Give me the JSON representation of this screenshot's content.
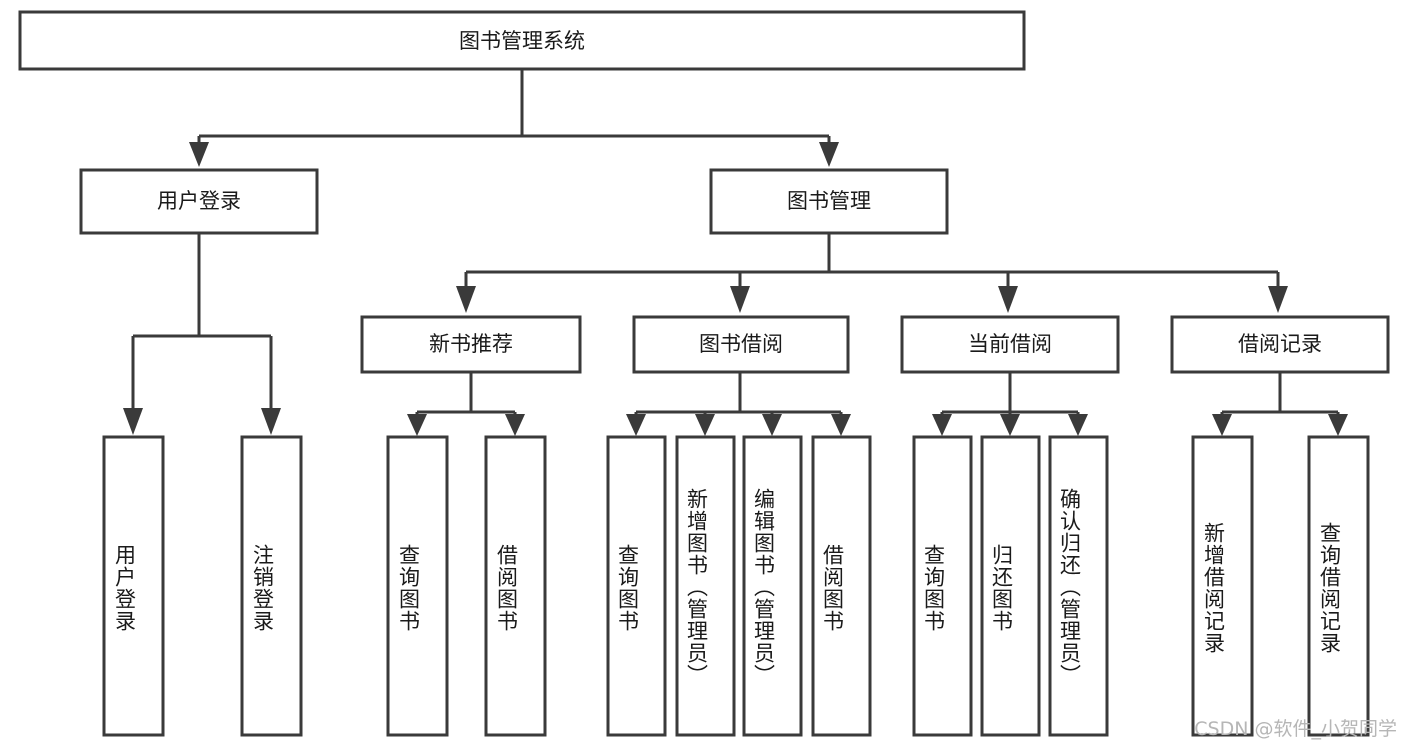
{
  "diagram": {
    "type": "tree-hierarchy",
    "title": "图书管理系统",
    "orientation": "top-down",
    "colors": {
      "box_stroke": "#3a3a3a",
      "box_fill": "#ffffff",
      "edge": "#3a3a3a",
      "text": "#1a1a1a",
      "watermark": "#b6b6b6",
      "background": "#ffffff"
    },
    "levels": {
      "root": {
        "label": "图书管理系统"
      },
      "level2": [
        {
          "label": "用户登录"
        },
        {
          "label": "图书管理"
        }
      ],
      "level3": [
        {
          "label": "新书推荐"
        },
        {
          "label": "图书借阅"
        },
        {
          "label": "当前借阅"
        },
        {
          "label": "借阅记录"
        }
      ],
      "leaves": {
        "user_login": [
          {
            "label": "用户登录"
          },
          {
            "label": "注销登录"
          }
        ],
        "new_book_recommend": [
          {
            "label": "查询图书"
          },
          {
            "label": "借阅图书"
          }
        ],
        "book_borrow": [
          {
            "label": "查询图书"
          },
          {
            "label": "新增图书（管理员）"
          },
          {
            "label": "编辑图书（管理员）"
          },
          {
            "label": "借阅图书"
          }
        ],
        "current_borrow": [
          {
            "label": "查询图书"
          },
          {
            "label": "归还图书"
          },
          {
            "label": "确认归还（管理员）"
          }
        ],
        "borrow_record": [
          {
            "label": "新增借阅记录"
          },
          {
            "label": "查询借阅记录"
          }
        ]
      }
    },
    "watermark": "CSDN @软件_小贺同学"
  }
}
